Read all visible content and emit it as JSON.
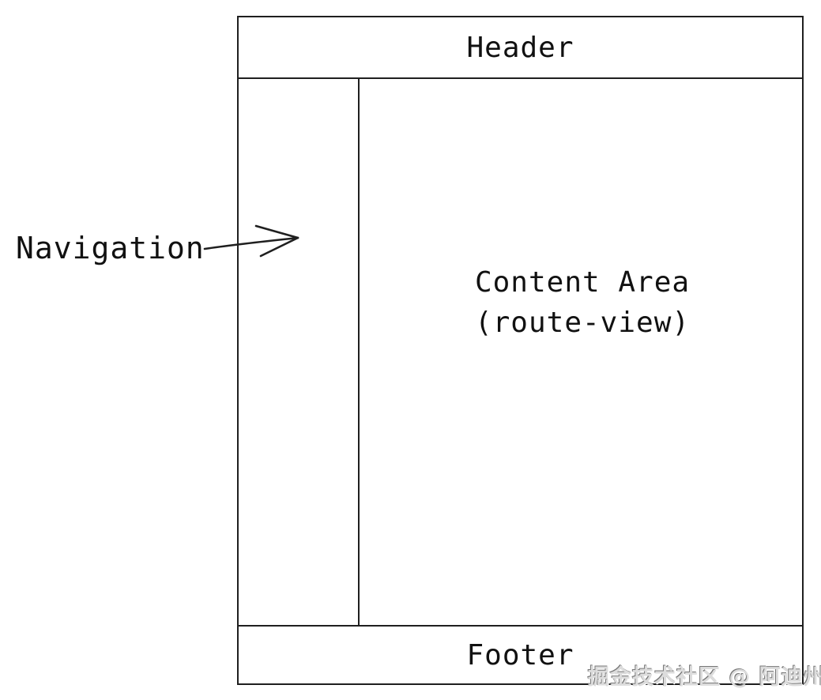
{
  "diagram": {
    "header": {
      "label": "Header"
    },
    "navigation": {
      "label": "Navigation"
    },
    "content": {
      "line1": "Content Area",
      "line2": "(route-view)"
    },
    "footer": {
      "label": "Footer"
    }
  },
  "watermark": {
    "text": "掘金技术社区 @ 阿迪州"
  },
  "colors": {
    "line": "#1f1f1f",
    "text": "#111111",
    "background": "#ffffff",
    "watermark": "#dcdcdc"
  }
}
